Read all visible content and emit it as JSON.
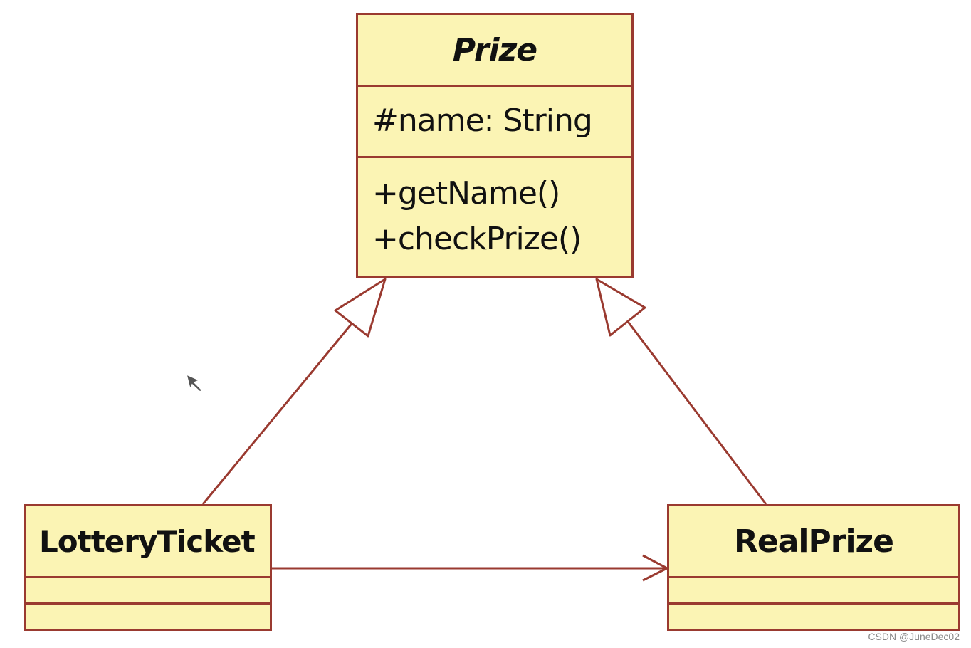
{
  "classes": {
    "prize": {
      "name": "Prize",
      "attributes": [
        "#name: String"
      ],
      "operations": [
        "+getName()",
        "+checkPrize()"
      ]
    },
    "lottery_ticket": {
      "name": "LotteryTicket"
    },
    "real_prize": {
      "name": "RealPrize"
    }
  },
  "colors": {
    "class_fill": "#fbf4b4",
    "line": "#9a3a30"
  },
  "watermark": "CSDN @JuneDec02"
}
